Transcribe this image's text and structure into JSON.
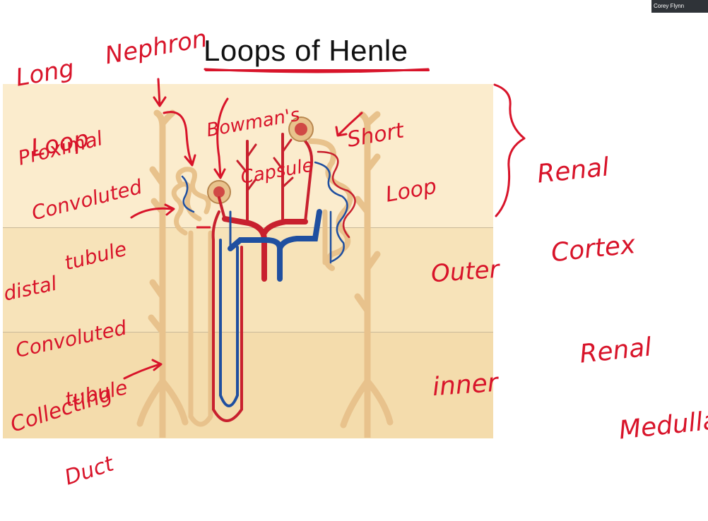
{
  "slide": {
    "title": "Loops of Henle"
  },
  "webcam": {
    "name": "Corey Flynn"
  },
  "annotations": {
    "long_loop_1": "Long",
    "long_loop_2": "Loop",
    "nephron": "Nephron",
    "pct_1": "Proximal",
    "pct_2": "Convoluted",
    "pct_3": "tubule",
    "bowman_1": "Bowman's",
    "bowman_2": "Capsule",
    "short_1": "Short",
    "short_2": "Loop",
    "renal_cortex_1": "Renal",
    "renal_cortex_2": "Cortex",
    "dct_1": "distal",
    "dct_2": "Convoluted",
    "dct_3": "tubule",
    "outer": "Outer",
    "inner": "inner",
    "renal_medulla_1": "Renal",
    "renal_medulla_2": "Medulla",
    "collecting_1": "Collecting",
    "collecting_2": "Duct"
  },
  "colors": {
    "annotation_ink": "#d8142a",
    "tubule": "#e8c28c",
    "artery": "#c8202e",
    "vein": "#1f4fa0",
    "cortex_band": "#fbeccd",
    "outer_band": "#f7e3b9",
    "inner_band": "#f4dcac"
  }
}
